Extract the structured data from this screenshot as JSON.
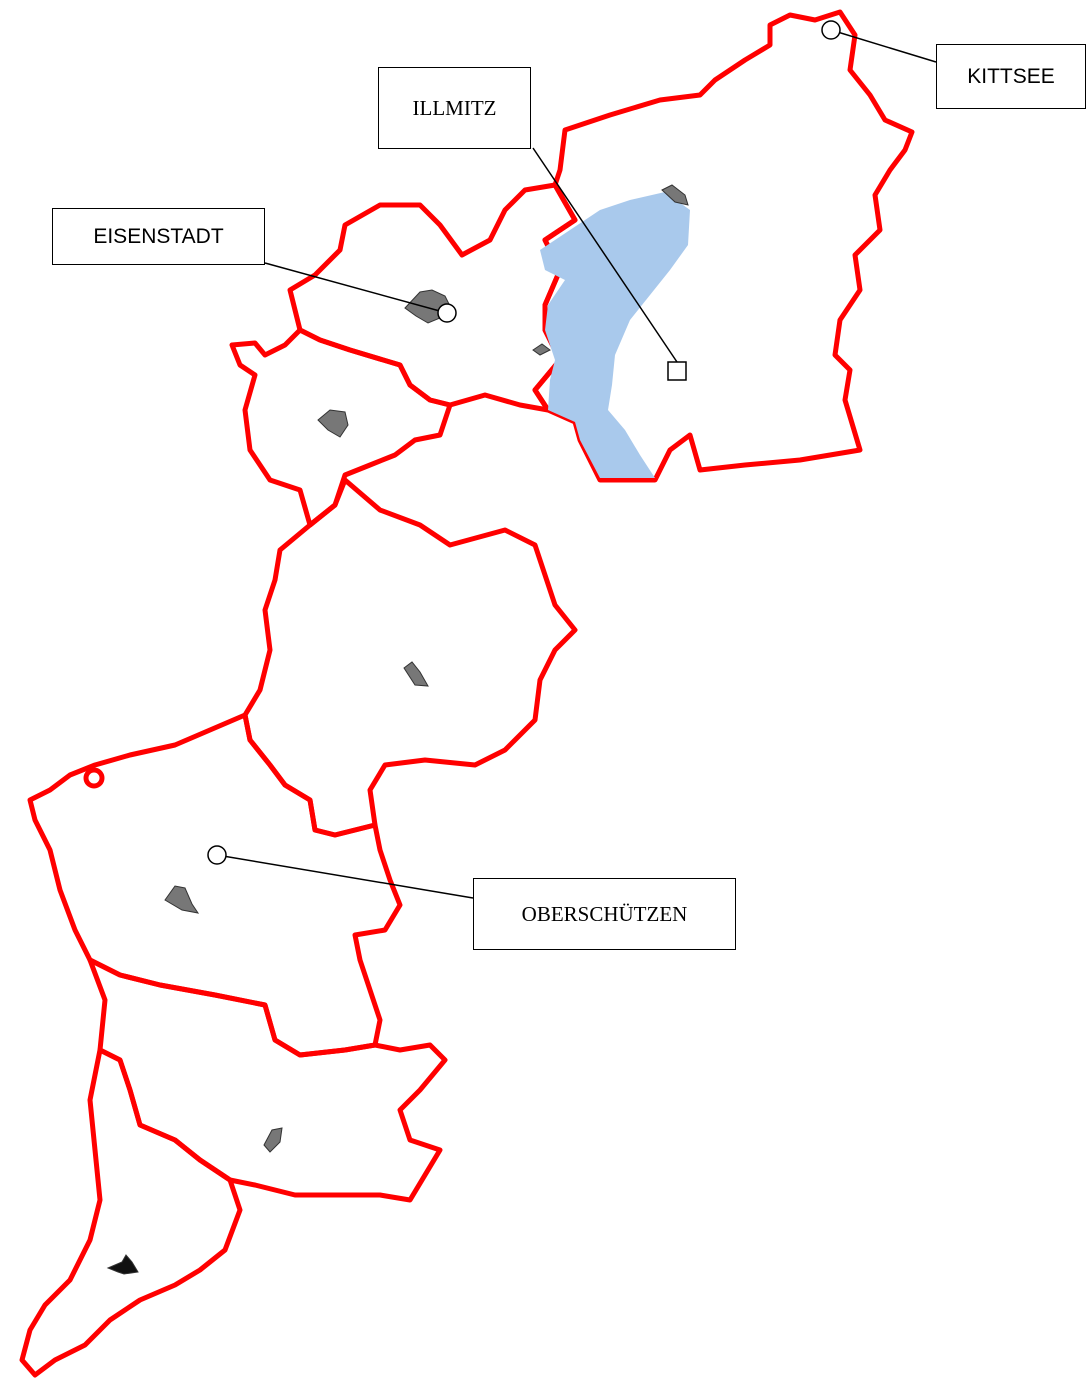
{
  "map": {
    "colors": {
      "boundary": "#ff0000",
      "lake": "#a9c9ec",
      "settlement": "#777777",
      "leader": "#000000"
    },
    "labels": {
      "kittsee": "KITTSEE",
      "illmitz": "ILLMITZ",
      "eisenstadt": "EISENSTADT",
      "oberschuetzen": "OBERSCHÜTZEN"
    },
    "markers": {
      "kittsee": "circle",
      "illmitz": "square",
      "eisenstadt": "circle",
      "oberschuetzen": "circle"
    }
  }
}
